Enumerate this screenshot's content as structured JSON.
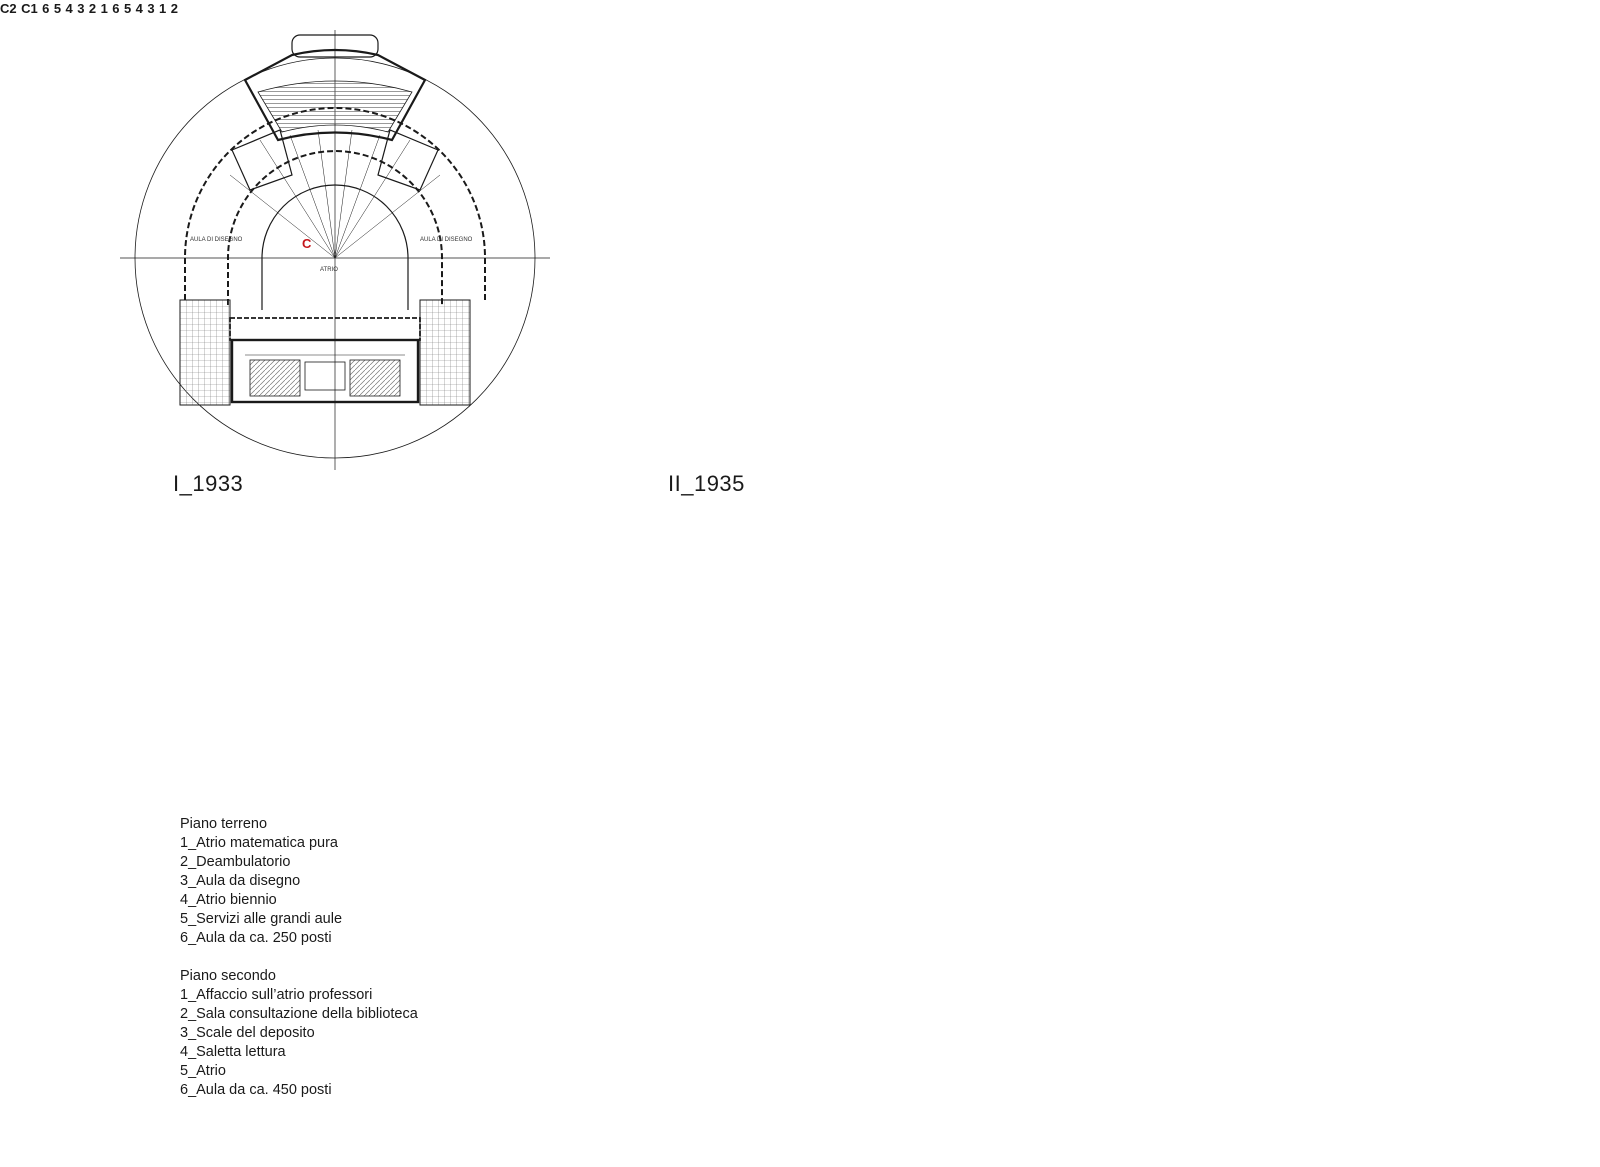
{
  "plans": {
    "plan1": {
      "caption": "I_1933",
      "center_label": "C",
      "annotations": [
        "AULA DI DISEGNO",
        "AULA DI DISEGNO",
        "ATRIO"
      ]
    },
    "plan2": {
      "caption": "II_1935",
      "center_labels": [
        "C2",
        "C1"
      ],
      "numbers": [
        "6",
        "5",
        "4",
        "3",
        "2",
        "1"
      ]
    },
    "plan3": {
      "numbers_left": [
        "6",
        "5",
        "4",
        "3",
        "1"
      ],
      "numbers_right": [
        "2"
      ]
    }
  },
  "legend": {
    "ground_floor": {
      "title": "Piano terreno",
      "items": [
        "1_Atrio matematica pura",
        "2_Deambulatorio",
        "3_Aula da disegno",
        "4_Atrio biennio",
        "5_Servizi alle grandi aule",
        "6_Aula da ca. 250 posti"
      ]
    },
    "second_floor": {
      "title": "Piano secondo",
      "items": [
        "1_Affaccio sull’atrio professori",
        "2_Sala consultazione della biblioteca",
        "3_Scale del deposito",
        "4_Saletta lettura",
        "5_Atrio",
        "6_Aula da ca. 450 posti"
      ]
    }
  },
  "colors": {
    "accent": "#c4161c",
    "line": "#1a1a1a",
    "fine": "#555555"
  },
  "icons": [
    "entrance-arrow-icon",
    "circulation-dotted-path"
  ]
}
